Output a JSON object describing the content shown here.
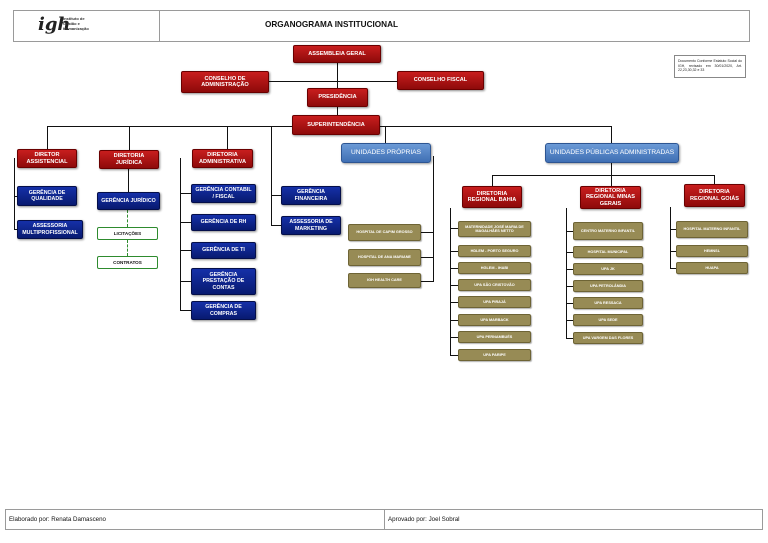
{
  "header": {
    "logo_text": "igh",
    "logo_subtitle": "Instituto de Gestão e Humanização",
    "title": "ORGANOGRAMA INSTITUCIONAL"
  },
  "note": "Documento Conforme Estatuto Social do IGH, revisado em 30/01/2020, Art. 22,23,30,32 e 33",
  "top": {
    "assembleia": "ASSEMBLEIA GERAL",
    "conselho_adm": "CONSELHO DE ADMINISTRAÇÃO",
    "conselho_fiscal": "CONSELHO FISCAL",
    "presidencia": "PRESIDÊNCIA",
    "superintendencia": "SUPERINTENDÊNCIA"
  },
  "diretorias": {
    "assistencial": "DIRETOR ASSISTENCIAL",
    "juridica": "DIRETORIA JURÍDICA",
    "administrativa": "DIRETORIA ADMINISTRATIVA"
  },
  "assistencial_items": [
    "GERÊNCIA DE QUALIDADE",
    "ASSESSORIA MULTIPROFISSIONAL"
  ],
  "juridica_items": [
    "GERÊNCIA JURÍDICO"
  ],
  "juridica_sub": [
    "LICITAÇÕES",
    "CONTRATOS"
  ],
  "administrativa_items": [
    "GERÊNCIA CONTABIL / FISCAL",
    "GERÊNCIA DE RH",
    "GERÊNCIA DE TI",
    "GERÊNCIA PRESTAÇÃO DE CONTAS",
    "GERÊNCIA DE COMPRAS"
  ],
  "financeiro_items": [
    "GERÊNCIA FINANCEIRA",
    "ASSESSORIA DE MARKETING"
  ],
  "unidades_proprias": {
    "title": "UNIDADES PRÓPRIAS",
    "items": [
      "HOSPITAL DE CAPIM GROSSO",
      "HOSPITAL DE ANA MARIANE",
      "IGH HEALTH CARE"
    ]
  },
  "unidades_publicas": {
    "title": "UNIDADES PÚBLICAS ADMINISTRADAS",
    "bahia": {
      "title": "DIRETORIA REGIONAL BAHIA",
      "items": [
        "MATERNIDADE JOSÉ MARIA DE MAGALHÃES NETTO",
        "HDLEM - PORTO SEGURO",
        "HGLEM - IHABI",
        "UPA SÃO CRISTOVÃO",
        "UPA PIRAJÁ",
        "UPA MARBACK",
        "UPA PERNAMBUÉS",
        "UPA PARIPE"
      ]
    },
    "minas": {
      "title": "DIRETORIA REGIONAL MINAS GERAIS",
      "items": [
        "CENTRO MATERNO INFANTIL",
        "HOSPITAL MUNICIPAL",
        "UPA JK",
        "UPA PETROLÂNDIA",
        "UPA RESSACA",
        "UPA SEDE",
        "UPA VARGEM DAS FLORES"
      ]
    },
    "goias": {
      "title": "DIRETORIA REGIONAL GOIÁS",
      "items": [
        "HOSPITAL MATERNO INFANTIL",
        "HEMNSL",
        "HUAPA"
      ]
    }
  },
  "footer": {
    "elaborado": "Elaborado por: Renata Damasceno",
    "aprovado": "Aprovado por: Joel Sobral"
  }
}
